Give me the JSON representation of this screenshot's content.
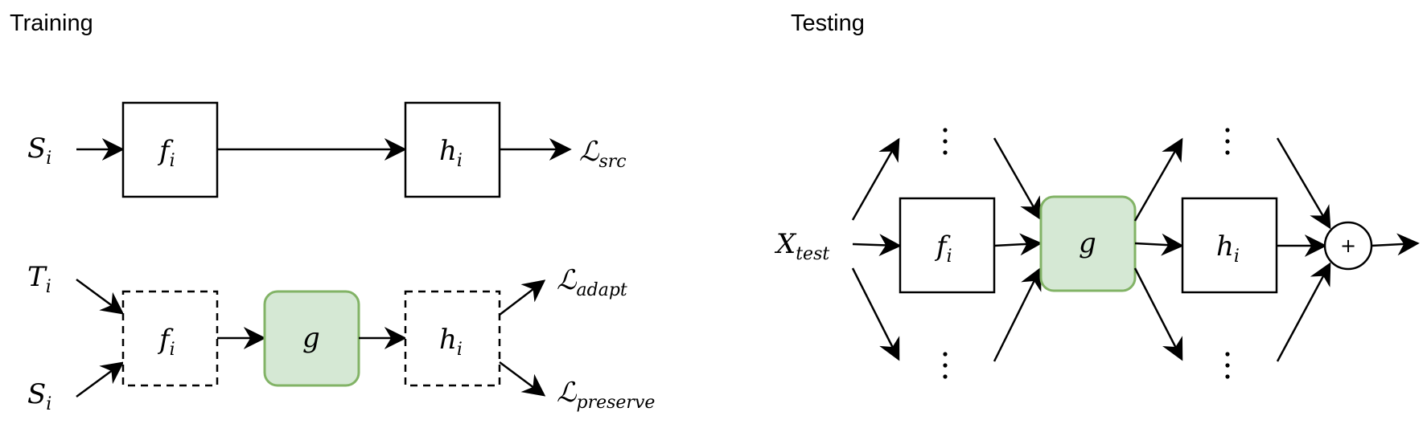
{
  "training": {
    "title": "Training",
    "top": {
      "input": "S",
      "input_sub": "i",
      "encoder": "f",
      "encoder_sub": "i",
      "head": "h",
      "head_sub": "i",
      "loss": "ℒ",
      "loss_sub": "src"
    },
    "bottom": {
      "input_t": "T",
      "input_t_sub": "i",
      "input_s": "S",
      "input_s_sub": "i",
      "encoder": "f",
      "encoder_sub": "i",
      "adapter": "g",
      "head": "h",
      "head_sub": "i",
      "loss_adapt": "ℒ",
      "loss_adapt_sub": "adapt",
      "loss_preserve": "ℒ",
      "loss_preserve_sub": "preserve"
    }
  },
  "testing": {
    "title": "Testing",
    "input": "X",
    "input_sub": "test",
    "encoder": "f",
    "encoder_sub": "i",
    "adapter": "g",
    "head": "h",
    "head_sub": "i",
    "sum": "+"
  },
  "colors": {
    "adapter_fill": "#d5e8d4",
    "adapter_stroke": "#82b366",
    "line": "#000000"
  }
}
